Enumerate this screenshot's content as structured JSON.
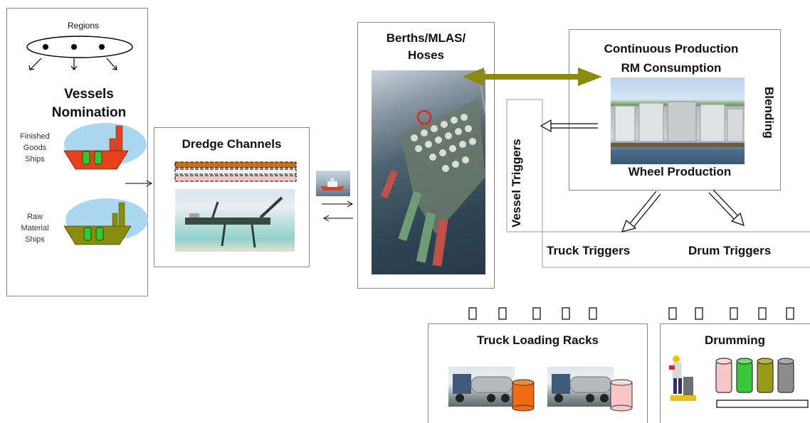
{
  "regions": {
    "label": "Regions"
  },
  "vessels": {
    "title_line1": "Vessels",
    "title_line2": "Nomination",
    "finished": {
      "line1": "Finished",
      "line2": "Goods",
      "line3": "Ships"
    },
    "raw": {
      "line1": "Raw",
      "line2": "Material",
      "line3": "Ships"
    }
  },
  "dredge": {
    "title": "Dredge Channels"
  },
  "berths": {
    "line1": "Berths/MLAS/",
    "line2": "Hoses"
  },
  "production": {
    "line1": "Continuous Production",
    "line2": "RM Consumption",
    "blending": "Blending",
    "wheel": "Wheel Production"
  },
  "triggers": {
    "vessel": "Vessel Triggers",
    "truck": "Truck Triggers",
    "drum": "Drum Triggers"
  },
  "truck_racks": {
    "title": "Truck Loading Racks"
  },
  "drumming": {
    "title": "Drumming"
  },
  "colors": {
    "finished_ship": "#e8401c",
    "raw_ship": "#8b8b10",
    "halo": "#a9d8f0",
    "olive_arrow": "#8a8a10",
    "drum_orange": "#ef6a10",
    "drum_pink": "#f7c7c7",
    "drum_green": "#3cc63c",
    "drum_olive": "#9a9a1a",
    "drum_gray": "#8c8c8c"
  }
}
